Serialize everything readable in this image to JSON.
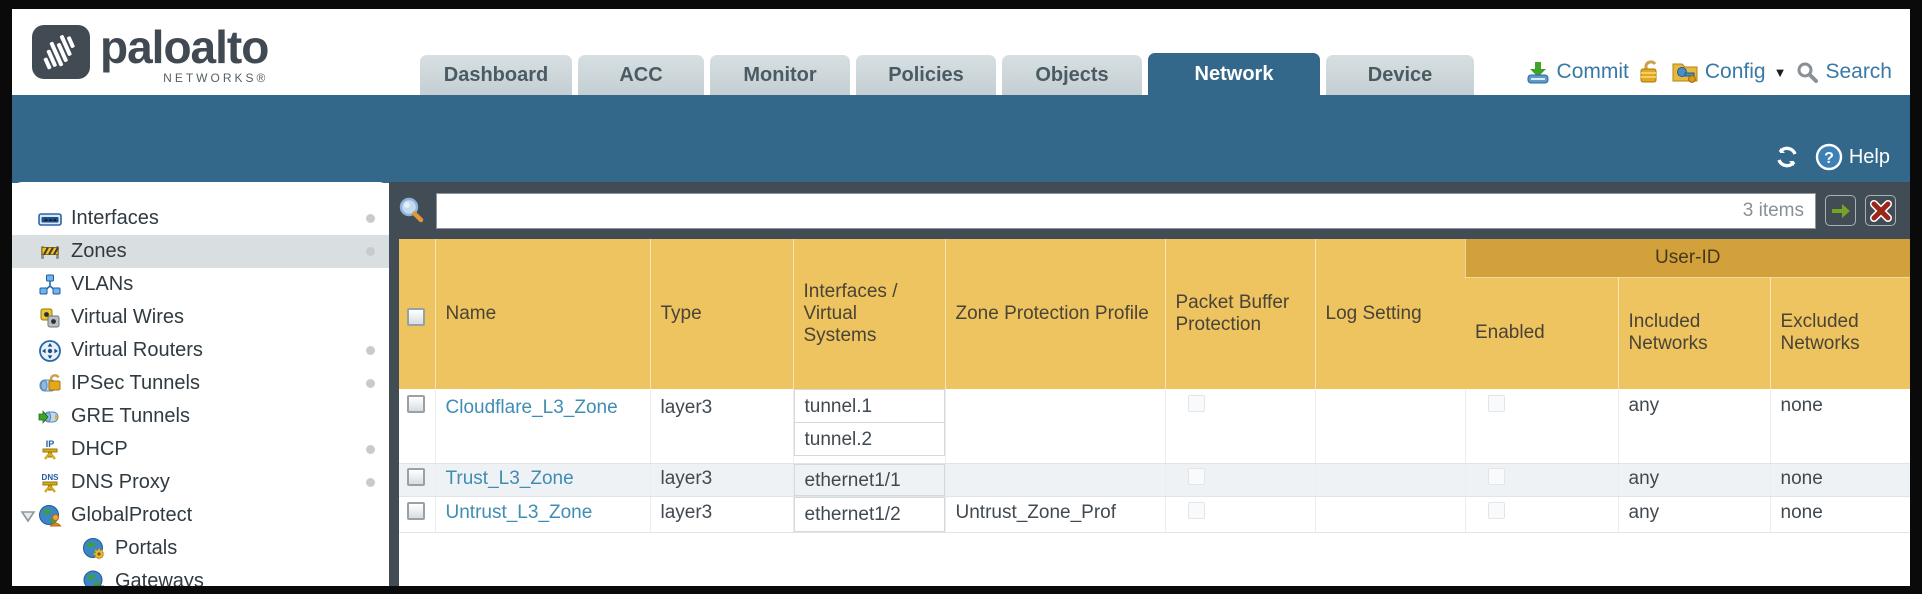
{
  "brand": {
    "name": "paloalto",
    "subtitle": "NETWORKS®"
  },
  "tabs": [
    {
      "label": "Dashboard"
    },
    {
      "label": "ACC"
    },
    {
      "label": "Monitor"
    },
    {
      "label": "Policies"
    },
    {
      "label": "Objects"
    },
    {
      "label": "Network"
    },
    {
      "label": "Device"
    }
  ],
  "utilities": {
    "commit_label": "Commit",
    "config_label": "Config",
    "search_label": "Search"
  },
  "band": {
    "help_label": "Help"
  },
  "sidebar": {
    "items": [
      {
        "label": "Interfaces"
      },
      {
        "label": "Zones"
      },
      {
        "label": "VLANs"
      },
      {
        "label": "Virtual Wires"
      },
      {
        "label": "Virtual Routers"
      },
      {
        "label": "IPSec Tunnels"
      },
      {
        "label": "GRE Tunnels"
      },
      {
        "label": "DHCP"
      },
      {
        "label": "DNS Proxy"
      },
      {
        "label": "GlobalProtect"
      },
      {
        "label": "Portals"
      },
      {
        "label": "Gateways"
      }
    ]
  },
  "toolbar": {
    "filter_value": "",
    "items_count": "3 items"
  },
  "table": {
    "userid_group_label": "User-ID",
    "columns": [
      "Name",
      "Type",
      "Interfaces / Virtual Systems",
      "Zone Protection Profile",
      "Packet Buffer Protection",
      "Log Setting",
      "Enabled",
      "Included Networks",
      "Excluded Networks"
    ],
    "rows": [
      {
        "name": "Cloudflare_L3_Zone",
        "type": "layer3",
        "interfaces": [
          "tunnel.1",
          "tunnel.2"
        ],
        "zone_protection_profile": "",
        "log_setting": "",
        "included_networks": "any",
        "excluded_networks": "none"
      },
      {
        "name": "Trust_L3_Zone",
        "type": "layer3",
        "interfaces": [
          "ethernet1/1"
        ],
        "zone_protection_profile": "",
        "log_setting": "",
        "included_networks": "any",
        "excluded_networks": "none"
      },
      {
        "name": "Untrust_L3_Zone",
        "type": "layer3",
        "interfaces": [
          "ethernet1/2"
        ],
        "zone_protection_profile": "Untrust_Zone_Prof",
        "log_setting": "",
        "included_networks": "any",
        "excluded_networks": "none"
      }
    ]
  },
  "colors": {
    "teal": "#33688a",
    "slate": "#414c55",
    "header_amber": "#edc45f",
    "userid_amber": "#d2a13c",
    "link_blue": "#3f8cb4",
    "apply_green": "#76a226",
    "clear_red": "#9c2717"
  }
}
